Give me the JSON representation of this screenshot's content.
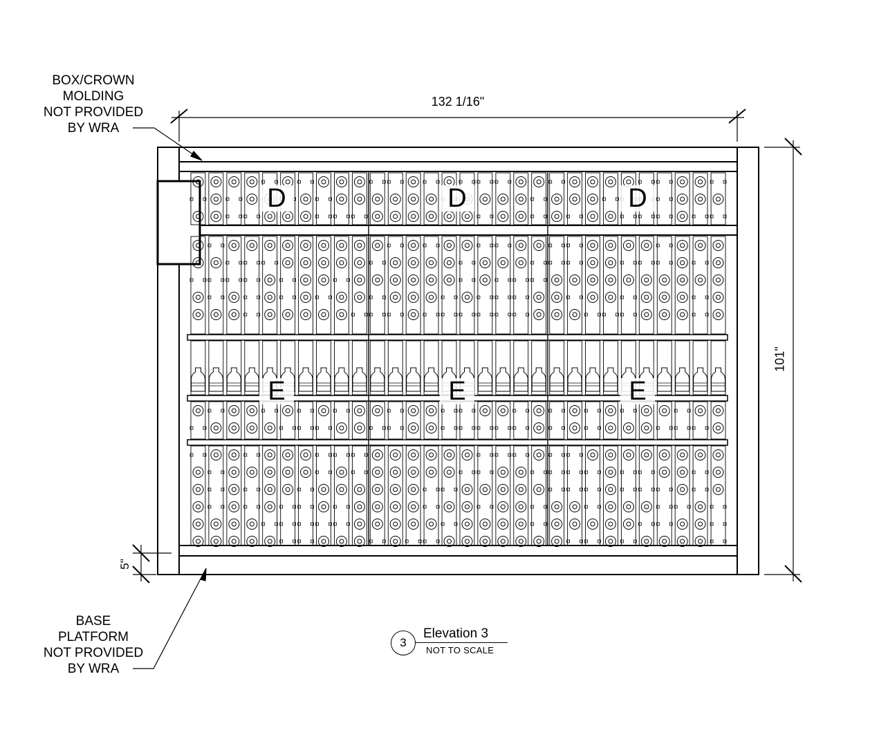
{
  "drawing": {
    "elevation_number": "3",
    "elevation_title": "Elevation 3",
    "scale_note": "NOT TO SCALE"
  },
  "notes": {
    "molding": [
      "BOX/CROWN",
      "MOLDING",
      "NOT PROVIDED",
      "BY WRA"
    ],
    "base": [
      "BASE",
      "PLATFORM",
      "NOT PROVIDED",
      "BY WRA"
    ]
  },
  "dimensions": {
    "width": "132 1/16\"",
    "height": "101\"",
    "base_height": "5\""
  },
  "zones": {
    "upper": [
      "D",
      "D",
      "D"
    ],
    "middle": [
      "E",
      "E",
      "E"
    ]
  }
}
